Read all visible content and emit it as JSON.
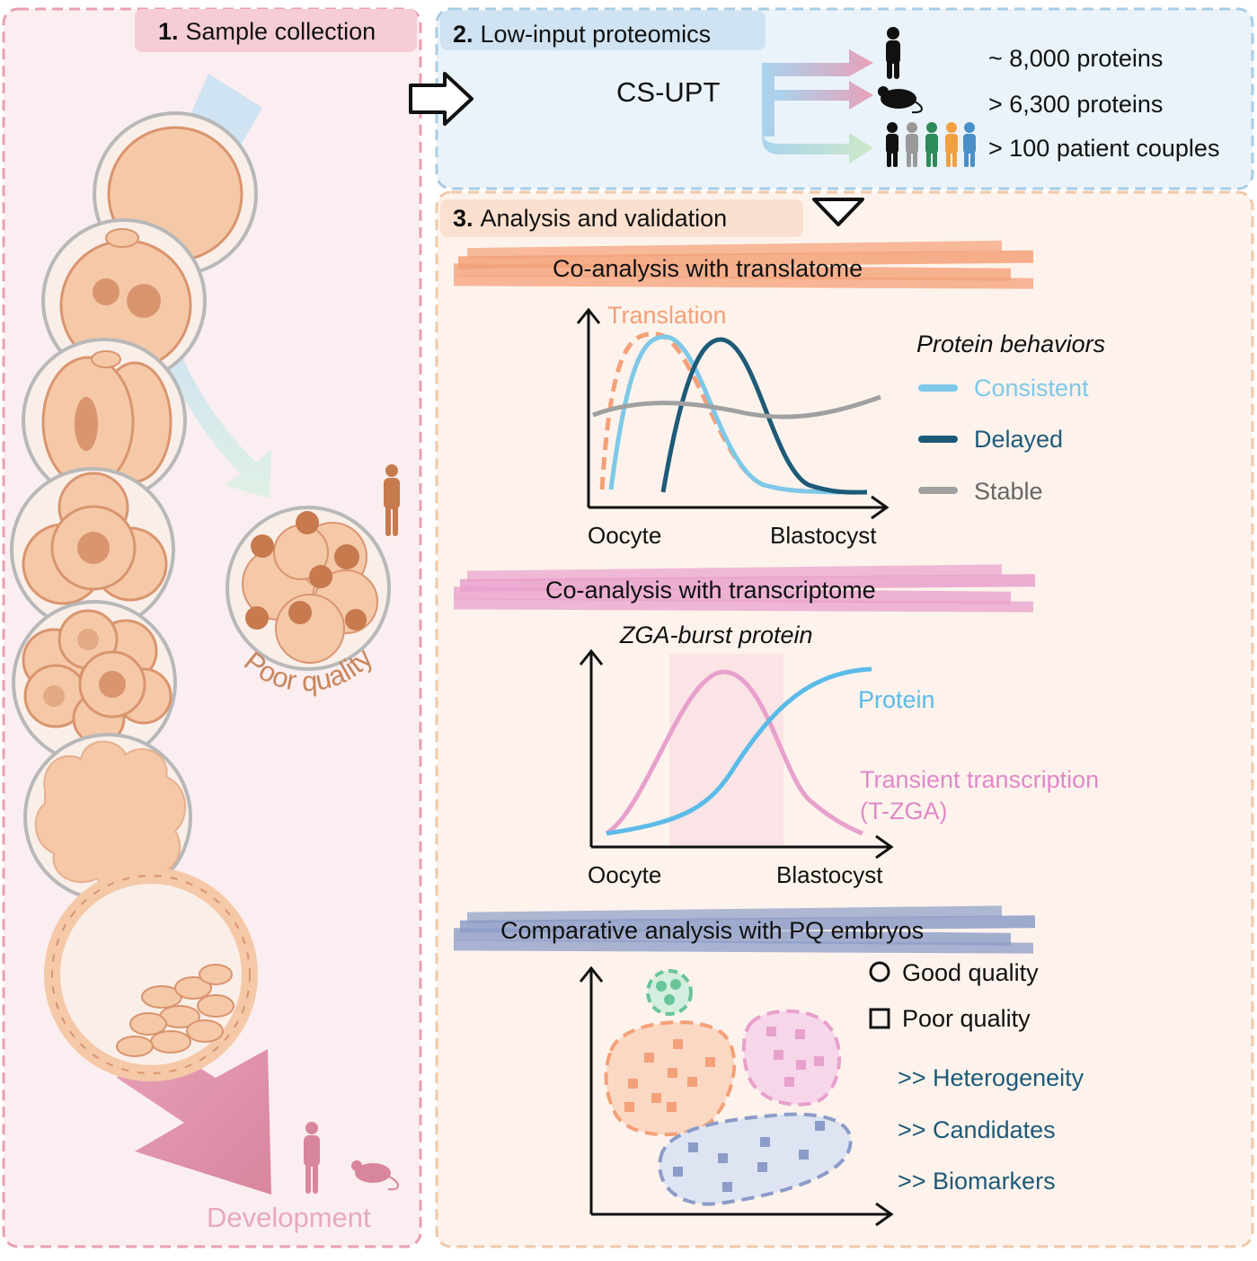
{
  "panel1": {
    "number": "1.",
    "title": "Sample collection",
    "poor_quality": "Poor quality",
    "development": "Development"
  },
  "panel2": {
    "number": "2.",
    "title": "Low-input proteomics",
    "method": "CS-UPT",
    "rows": [
      {
        "icon": "human-icon",
        "text": "~ 8,000 proteins"
      },
      {
        "icon": "mouse-icon",
        "text": "> 6,300 proteins"
      },
      {
        "icon": "patient-couples-icon",
        "text": "> 100 patient couples"
      }
    ]
  },
  "panel3": {
    "number": "3.",
    "title": "Analysis and validation",
    "translatome": {
      "banner": "Co-analysis with translatome",
      "translation_label": "Translation",
      "legend_title": "Protein behaviors",
      "legend": [
        {
          "label": "Consistent",
          "color": "#7ec8e8"
        },
        {
          "label": "Delayed",
          "color": "#1e5a78"
        },
        {
          "label": "Stable",
          "color": "#a0a0a0"
        }
      ],
      "x_start": "Oocyte",
      "x_end": "Blastocyst"
    },
    "transcriptome": {
      "banner": "Co-analysis with transcriptome",
      "subtitle": "ZGA-burst protein",
      "protein_label": "Protein",
      "transient_label_1": "Transient transcription",
      "transient_label_2": "(T-ZGA)",
      "x_start": "Oocyte",
      "x_end": "Blastocyst"
    },
    "pq": {
      "banner": "Comparative analysis with PQ embryos",
      "legend_good": "Good quality",
      "legend_poor": "Poor quality",
      "items": [
        ">> Heterogeneity",
        ">> Candidates",
        ">> Biomarkers"
      ]
    }
  },
  "colors": {
    "panel1_bg": "#fbeef0",
    "panel1_border": "#e8a0b0",
    "panel2_bg": "#eaf3fa",
    "panel2_border": "#a8cde6",
    "panel3_bg": "#fdf3ec",
    "panel3_border": "#f0c8a8",
    "orange": "#f4a078",
    "pink": "#e8a0cc",
    "blue": "#7ec8e8",
    "darkblue": "#1e5a78",
    "navy_text": "#1e5a78",
    "slate": "#8c9cc8",
    "embryo": "#f5c8a8",
    "embryo_dark": "#d9956e"
  }
}
